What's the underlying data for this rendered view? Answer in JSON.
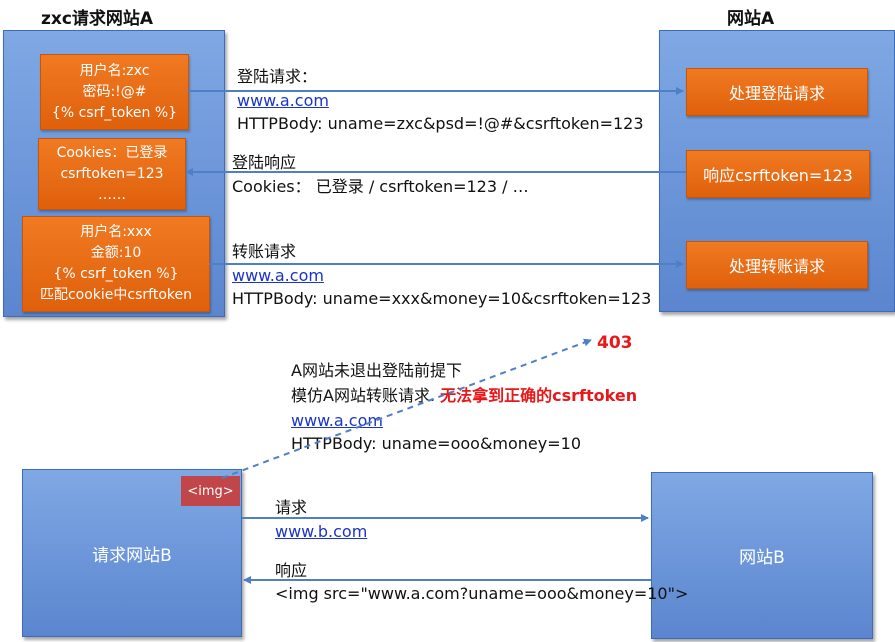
{
  "top_left": {
    "title": "zxc请求网站A",
    "box1": [
      "用户名:zxc",
      "密码:!@#",
      "{% csrf_token %}"
    ],
    "box2": [
      "Cookies：已登录",
      "csrftoken=123",
      "……"
    ],
    "box3": [
      "用户名:xxx",
      "金额:10",
      "{% csrf_token %}",
      "匹配cookie中csrftoken"
    ]
  },
  "top_right": {
    "title": "网站A",
    "box1": "处理登陆请求",
    "box2": "响应csrftoken=123",
    "box3": "处理转账请求"
  },
  "msg1": {
    "title": "登陆请求：",
    "link": "www.a.com",
    "body": "HTTPBody: uname=zxc&psd=!@#&csrftoken=123"
  },
  "msg2": {
    "title": "登陆响应",
    "body": "Cookies： 已登录  / csrftoken=123 / …"
  },
  "msg3": {
    "title": "转账请求",
    "link": "www.a.com",
    "body": "HTTPBody: uname=xxx&money=10&csrftoken=123"
  },
  "attack": {
    "result": "403",
    "line1": "A网站未退出登陆前提下",
    "line2_prefix": "模仿A网站转账请求. ",
    "line2_red": "无法拿到正确的csrftoken",
    "link": "www.a.com",
    "body": "HTTPBody: uname=ooo&money=10"
  },
  "bottom": {
    "left_panel": "请求网站B",
    "img_tag": "<img>",
    "right_panel": "网站B",
    "req_title": "请求",
    "req_link": "www.b.com",
    "resp_title": "响应",
    "resp_body": "<img src=\"www.a.com?uname=ooo&money=10\">"
  },
  "colors": {
    "panel_blue": "#6b94d8",
    "box_orange": "#e8691a",
    "arrow_blue": "#4f7fc7",
    "alert_red": "#e8181a",
    "img_tag_red": "#c0464a"
  }
}
